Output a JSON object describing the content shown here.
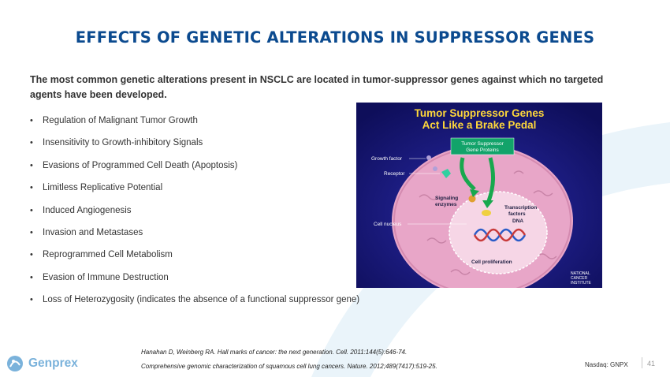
{
  "slide": {
    "title": "EFFECTS OF GENETIC ALTERATIONS IN SUPPRESSOR GENES",
    "intro": "The most common genetic alterations present in NSCLC are located in tumor-suppressor genes against which no targeted agents have been developed.",
    "bullets": [
      "Regulation of Malignant Tumor Growth",
      "Insensitivity to Growth-inhibitory Signals",
      "Evasions of Programmed Cell Death (Apoptosis)",
      "Limitless Replicative Potential",
      "Induced Angiogenesis",
      "Invasion and Metastases",
      "Reprogrammed Cell Metabolism",
      "Evasion of Immune Destruction",
      "Loss of Heterozygosity (indicates the absence of a functional suppressor gene)"
    ],
    "bullet_glyph": "•",
    "references": [
      "Hanahan D, Weinberg RA. Hall marks of cancer: the next generation. Cell. 2011:144(5):646-74.",
      "Comprehensive genomic characterization of squamous cell lung cancers. Nature. 2012;489(7417):519-25."
    ]
  },
  "figure": {
    "title_line1": "Tumor Suppressor Genes",
    "title_line2": "Act Like a Brake Pedal",
    "box_line1": "Tumor Suppressor",
    "box_line2": "Gene Proteins",
    "labels": {
      "growth_factor": "Growth factor",
      "receptor": "Receptor",
      "signaling1": "Signaling",
      "signaling2": "enzymes",
      "transcription1": "Transcription",
      "transcription2": "factors",
      "dna": "DNA",
      "cell_nucleus": "Cell nucleus",
      "cell_proliferation": "Cell proliferation"
    },
    "nci_line1": "NATIONAL",
    "nci_line2": "CANCER",
    "nci_line3": "INSTITUTE",
    "colors": {
      "background": "#1a1a7a",
      "title": "#ffd83a",
      "cell": "#e8a6c8",
      "nucleus": "#f6d6e6",
      "box": "#12a36a"
    }
  },
  "footer": {
    "logo_text": "Genprex",
    "nasdaq": "Nasdaq: GNPX",
    "page_number": "41"
  },
  "theme": {
    "title_color": "#0b4a8f",
    "arc_color": "#e9f4fa",
    "logo_color": "#7ab2db"
  }
}
